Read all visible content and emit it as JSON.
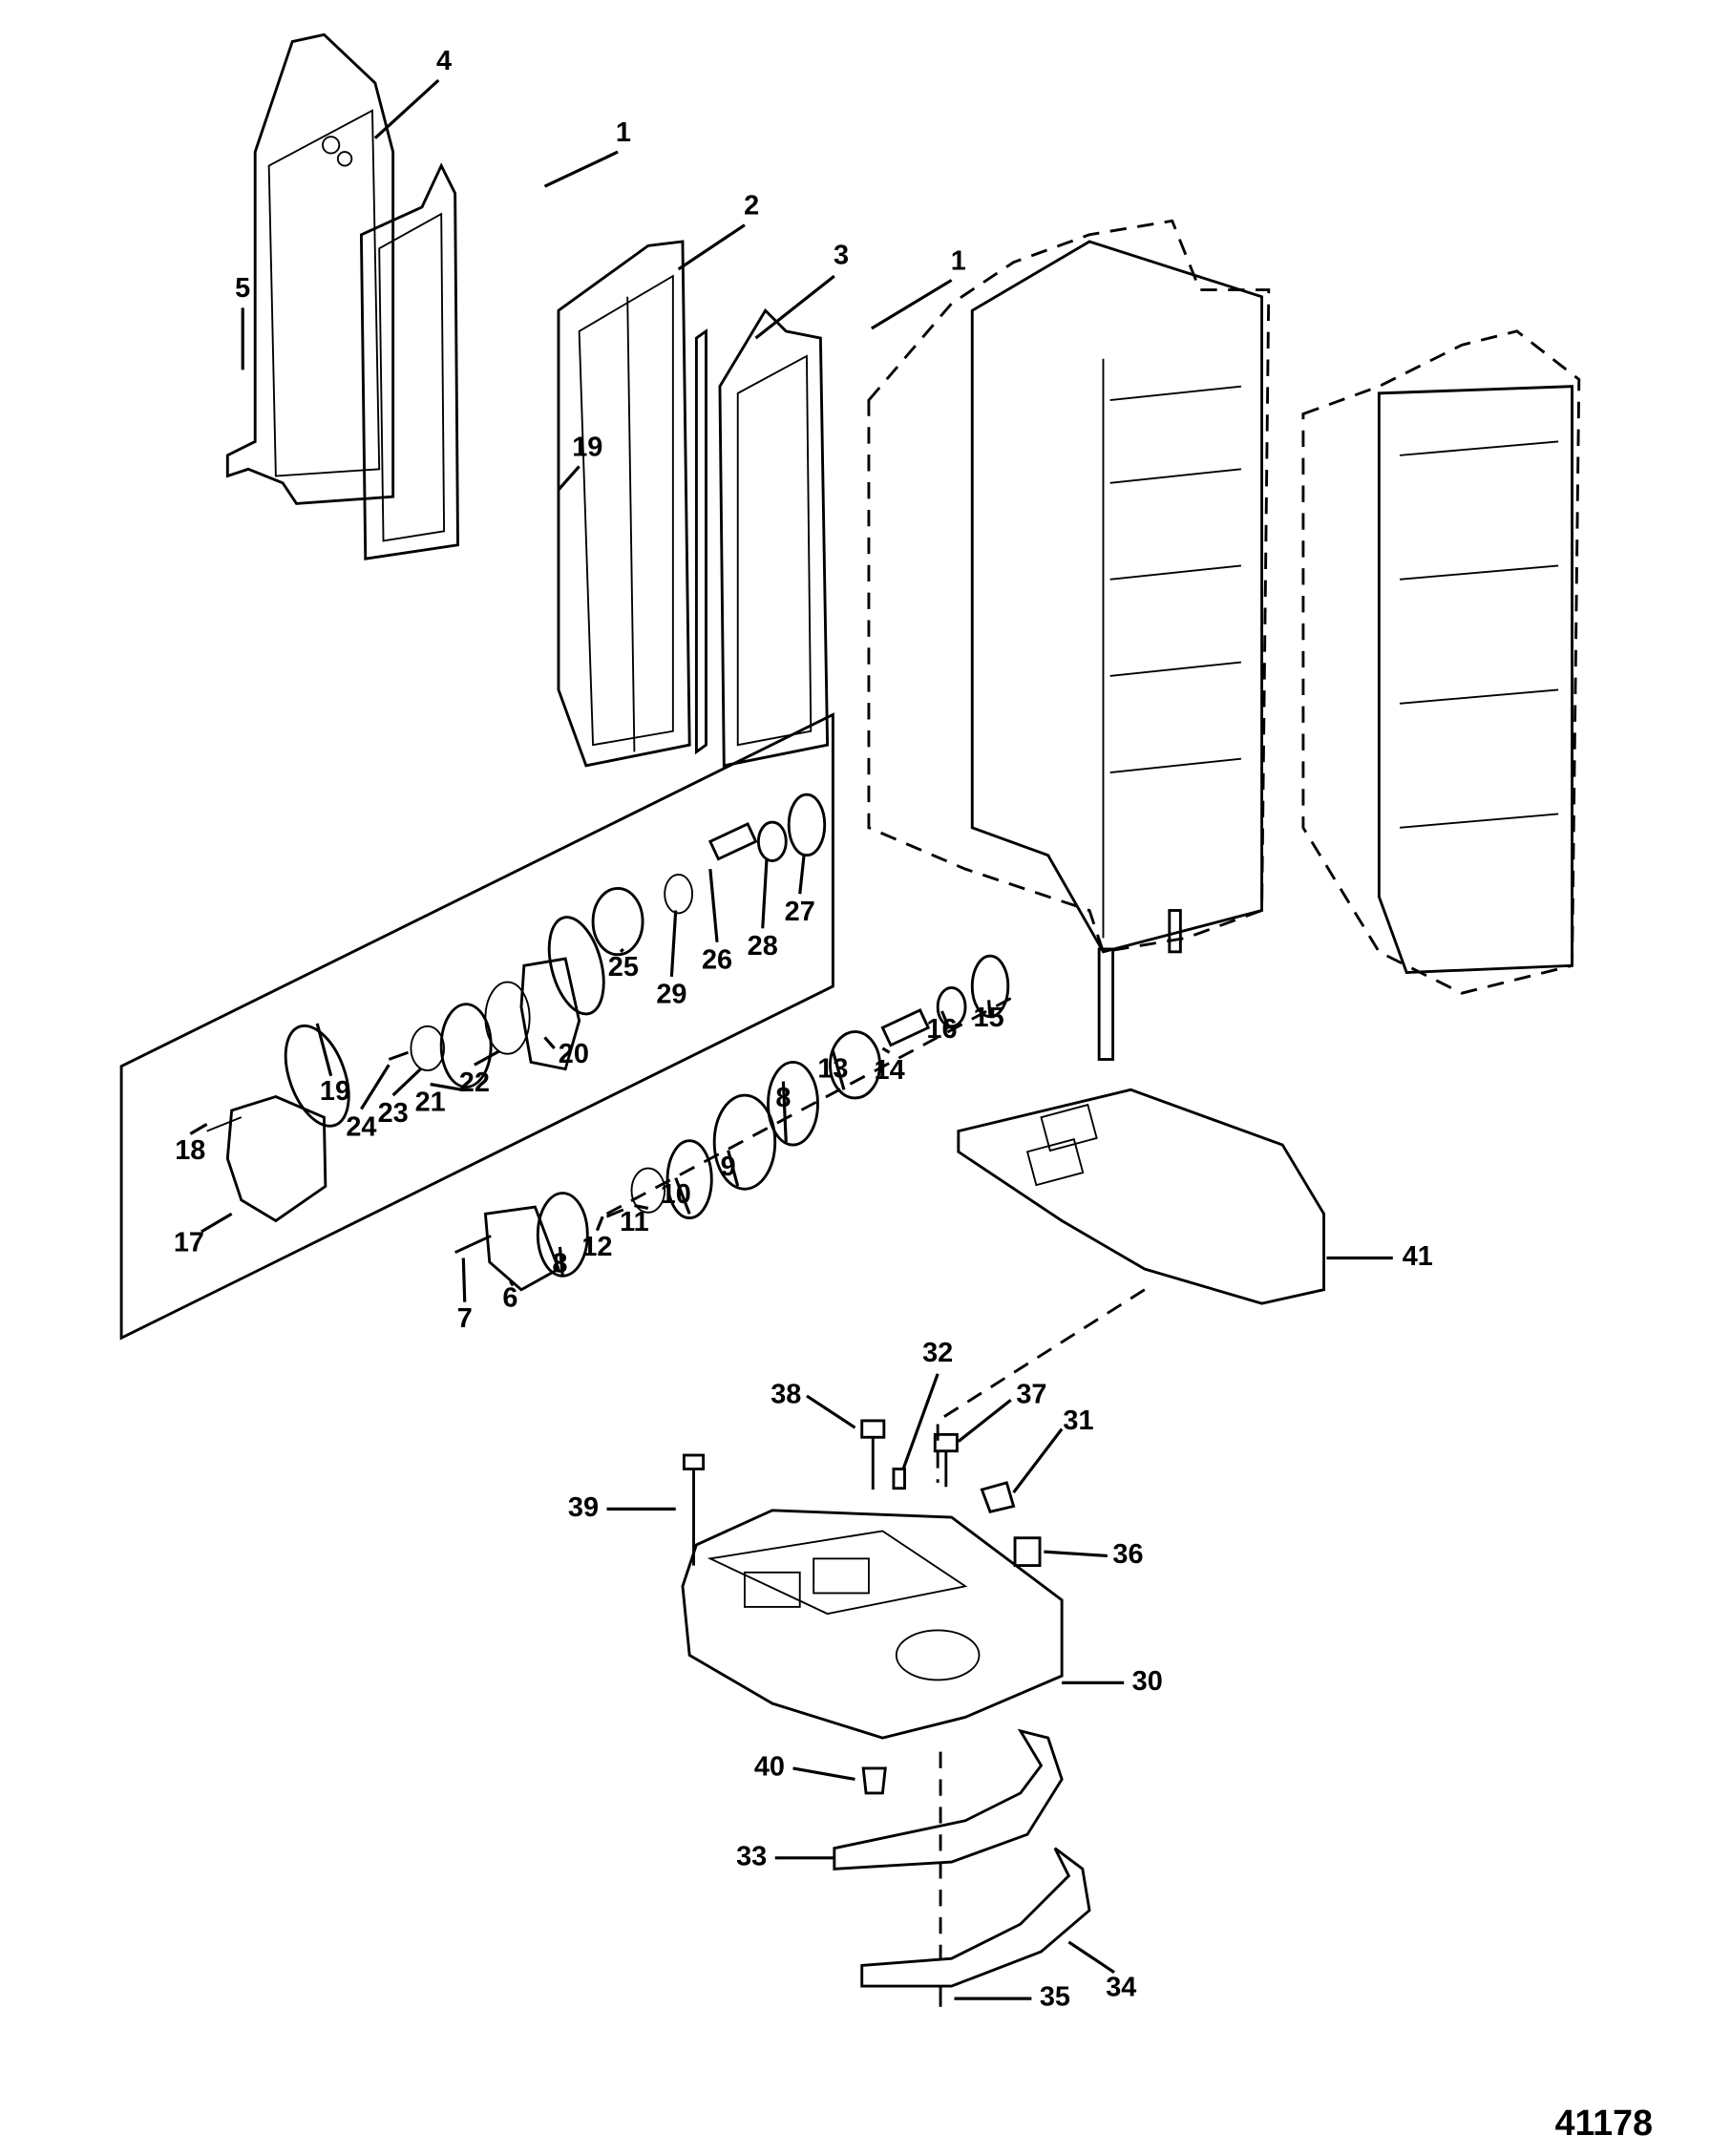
{
  "diagram": {
    "reference_number": "41178",
    "callouts": [
      "4",
      "1",
      "2",
      "3",
      "1",
      "5",
      "19",
      "25",
      "29",
      "26",
      "28",
      "27",
      "20",
      "22",
      "21",
      "23",
      "24",
      "19",
      "18",
      "17",
      "16",
      "15",
      "14",
      "13",
      "8",
      "9",
      "10",
      "11",
      "12",
      "8",
      "6",
      "7",
      "41",
      "32",
      "38",
      "37",
      "31",
      "39",
      "36",
      "30",
      "40",
      "33",
      "34",
      "35"
    ]
  }
}
